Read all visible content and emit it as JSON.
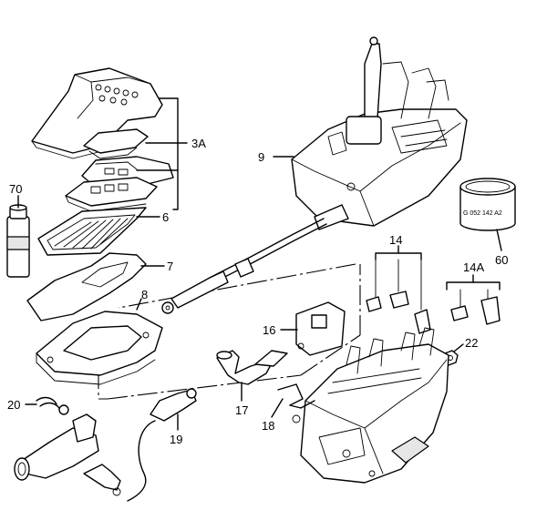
{
  "labels": {
    "p3a": "3A",
    "p6": "6",
    "p7": "7",
    "p8": "8",
    "p9": "9",
    "p14": "14",
    "p14a": "14A",
    "p16": "16",
    "p17": "17",
    "p18": "18",
    "p19": "19",
    "p20": "20",
    "p22": "22",
    "p60": "60",
    "p70": "70"
  },
  "part60_marking": "G 052 142 A2"
}
